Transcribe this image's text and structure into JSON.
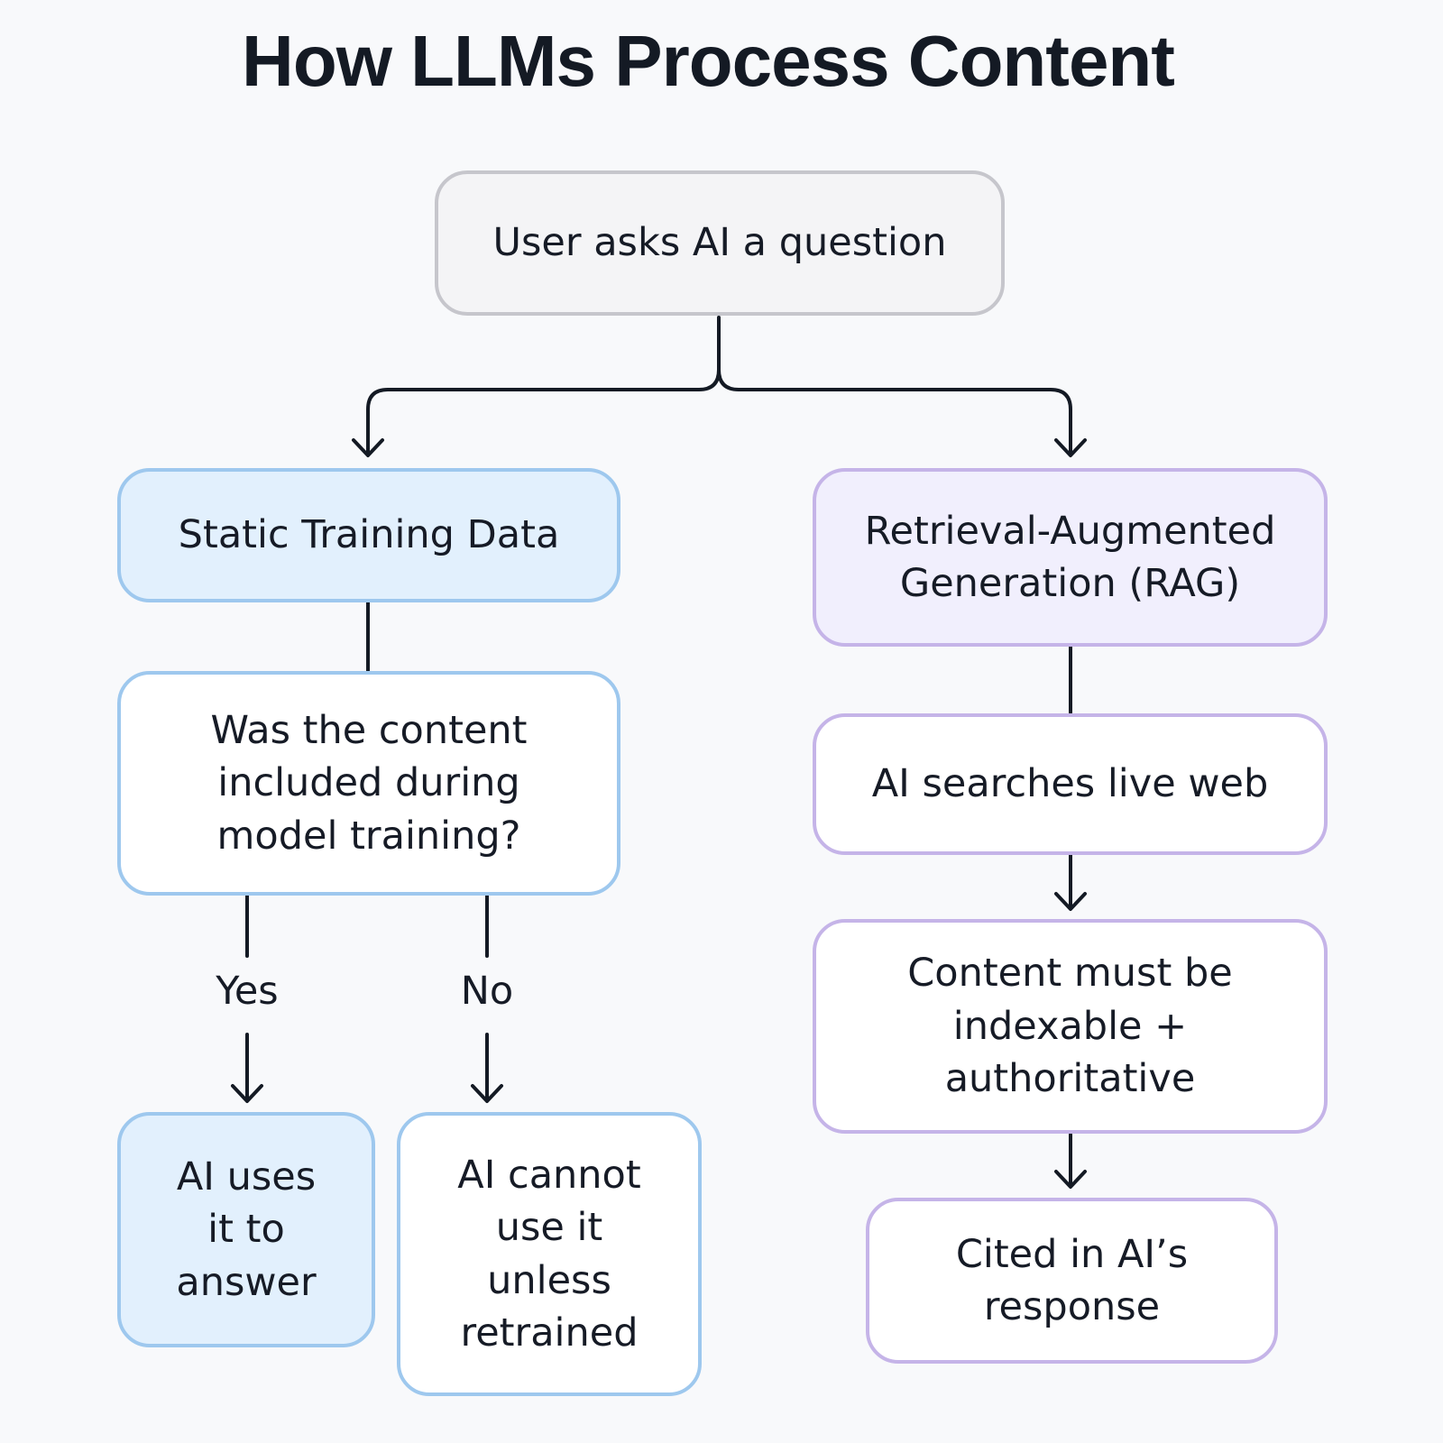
{
  "title": "How LLMs Process Content",
  "nodes": {
    "question": "User asks AI a question",
    "static_training": "Static Training Data",
    "rag": "Retrieval-Augmented\nGeneration (RAG)",
    "content_included": "Was the content\nincluded during\nmodel training?",
    "searches_web": "AI searches live web",
    "uses_it": "AI uses\nit to\nanswer",
    "cannot_use": "AI cannot\nuse it\nunless\nretrained",
    "indexable": "Content must be\nindexable +\nauthoritative",
    "cited": "Cited in AI’s\nresponse"
  },
  "branches": {
    "yes": "Yes",
    "no": "No"
  },
  "colors": {
    "blue_fill": "#e2f0fd",
    "blue_border": "#9ec8ee",
    "purple_fill": "#f1effd",
    "purple_border": "#c5b4e8",
    "gray_fill": "#f4f4f6",
    "gray_border": "#c6c6cc",
    "line": "#141a24"
  }
}
